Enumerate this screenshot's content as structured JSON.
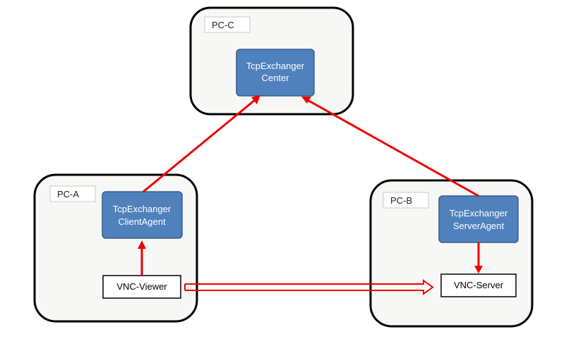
{
  "colors": {
    "pc_border": "#000000",
    "pc_fill": "#f7f7f5",
    "agent_fill": "#4f81bd",
    "agent_border": "#385d8a",
    "agent_text": "#ffffff",
    "arrow": "#ee0000"
  },
  "pc_c": {
    "label": "PC-C",
    "center": {
      "line1": "TcpExchanger",
      "line2": "Center"
    }
  },
  "pc_a": {
    "label": "PC-A",
    "client_agent": {
      "line1": "TcpExchanger",
      "line2": "ClientAgent"
    },
    "vnc_viewer": "VNC-Viewer"
  },
  "pc_b": {
    "label": "PC-B",
    "server_agent": {
      "line1": "TcpExchanger",
      "line2": "ServerAgent"
    },
    "vnc_server": "VNC-Server"
  }
}
